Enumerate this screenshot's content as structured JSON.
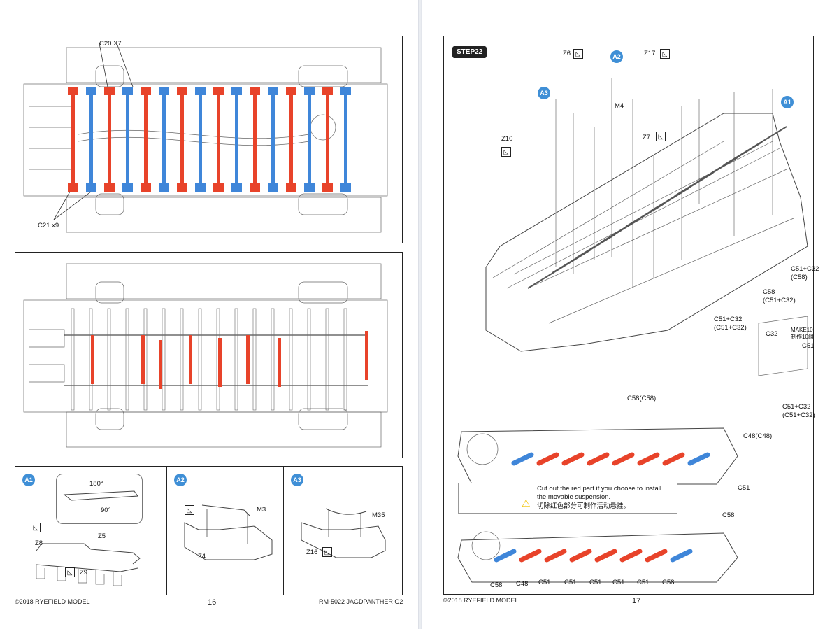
{
  "left_page": {
    "panel1": {
      "label_top": "C20 X7",
      "label_bottom": "C21 x9"
    },
    "details": {
      "a1": {
        "badge": "A1",
        "angle1": "180°",
        "angle2": "90°",
        "parts": [
          "Z8",
          "Z5",
          "Z9"
        ]
      },
      "a2": {
        "badge": "A2",
        "parts": [
          "M3",
          "Z4"
        ]
      },
      "a3": {
        "badge": "A3",
        "parts": [
          "M35",
          "Z16"
        ]
      }
    },
    "footer": {
      "copyright": "©2018 RYEFIELD MODEL",
      "page_number": "16",
      "model": "RM-5022 JAGDPANTHER G2"
    }
  },
  "right_page": {
    "step": "STEP22",
    "labels": {
      "z6": "Z6",
      "a2": "A2",
      "z17": "Z17",
      "a3": "A3",
      "m4": "M4",
      "a1": "A1",
      "z10": "Z10",
      "z7": "Z7",
      "c51_c32_c58_1": "C51+C32",
      "c51_c32_c58_2": "(C58)",
      "c58_1": "C58",
      "c58_2": "(C51+C32)",
      "c51c32_1": "C51+C32",
      "c51c32_2": "(C51+C32)",
      "c32": "C32",
      "make10": "MAKE10",
      "zhizuo": "制作10组",
      "c51": "C51",
      "c58c58": "C58(C58)",
      "c51c32b_1": "C51+C32",
      "c51c32b_2": "(C51+C32)",
      "c48c48": "C48(C48)",
      "c51_b": "C51",
      "c58_b": "C58"
    },
    "warning": {
      "line1": "Cut out the red part if you choose to install",
      "line2": "the movable suspension.",
      "line3": "切除红色部分可制作活动悬挂。"
    },
    "bottom_labels": [
      "C58",
      "C48",
      "C51",
      "C51",
      "C51",
      "C51",
      "C51",
      "C58"
    ],
    "footer": {
      "copyright": "©2018 RYEFIELD MODEL",
      "page_number": "17"
    }
  },
  "colors": {
    "red": "#e8432a",
    "blue": "#3f86d9",
    "badge_blue": "#3f8fd6"
  }
}
